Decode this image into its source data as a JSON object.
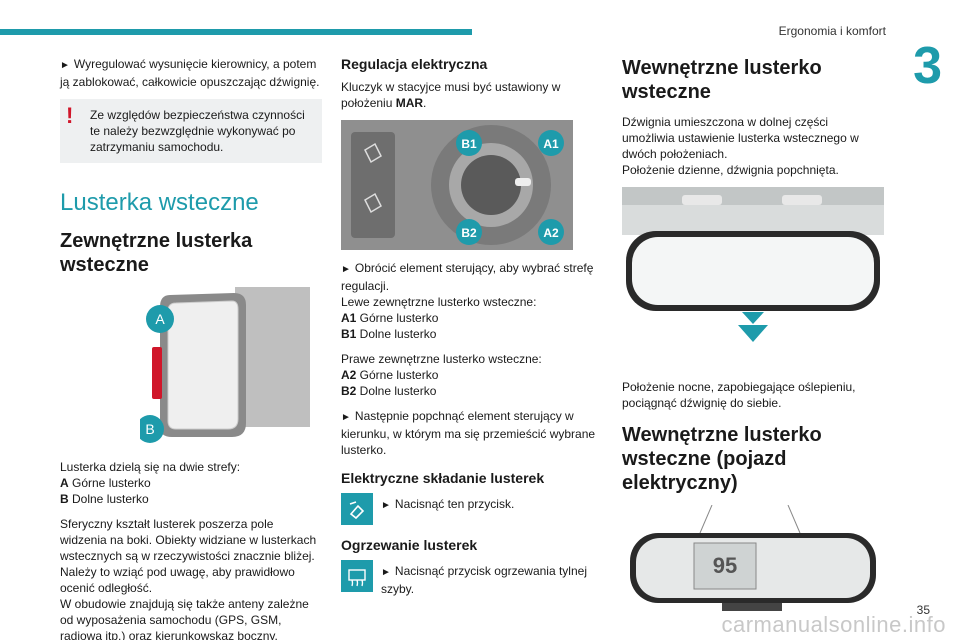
{
  "header": {
    "section_title": "Ergonomia i komfort",
    "chapter": "3",
    "page_number": "35"
  },
  "watermark": "carmanualsonline.info",
  "colors": {
    "accent": "#1e9bab",
    "warning": "#d0162a",
    "note_bg": "#eef0f1"
  },
  "col1": {
    "intro": "Wyregulować wysunięcie kierownicy, a potem ją zablokować, całkowicie opuszczając dźwignię.",
    "warning": "Ze względów bezpieczeństwa czynności te należy bezwzględnie wykonywać po zatrzymaniu samochodu.",
    "section_title": "Lusterka wsteczne",
    "subsection_title": "Zewnętrzne lusterka wsteczne",
    "mirror_labels": {
      "a": "A",
      "b": "B"
    },
    "zones_intro": "Lusterka dzielą się na dwie strefy:",
    "zone_a_key": "A",
    "zone_a_text": " Górne lusterko",
    "zone_b_key": "B",
    "zone_b_text": " Dolne lusterko",
    "para1": "Sferyczny kształt lusterek poszerza pole widzenia na boki. Obiekty widziane w lusterkach wstecznych są w rzeczywistości znacznie bliżej. Należy to wziąć pod uwagę, aby prawidłowo ocenić odległość.",
    "para2": "W obudowie znajdują się także anteny zależne od wyposażenia samochodu (GPS, GSM, radiowa itp.) oraz kierunkowskaz boczny."
  },
  "col2": {
    "heading_electric": "Regulacja elektryczna",
    "key_text_before": "Kluczyk w stacyjce musi być ustawiony w położeniu ",
    "key_text_bold": "MAR",
    "key_text_after": ".",
    "control_labels": {
      "b1": "B1",
      "a1": "A1",
      "b2": "B2",
      "a2": "A2"
    },
    "step1": "Obrócić element sterujący, aby wybrać strefę regulacji.",
    "left_mirror": "Lewe zewnętrzne lusterko wsteczne:",
    "a1_key": "A1",
    "a1_text": " Górne lusterko",
    "b1_key": "B1",
    "b1_text": " Dolne lusterko",
    "right_mirror": "Prawe zewnętrzne lusterko wsteczne:",
    "a2_key": "A2",
    "a2_text": " Górne lusterko",
    "b2_key": "B2",
    "b2_text": " Dolne lusterko",
    "step2": "Następnie popchnąć element sterujący w kierunku, w którym ma się przemieścić wybrane lusterko.",
    "heading_folding": "Elektryczne składanie lusterek",
    "folding_text": "Nacisnąć ten przycisk.",
    "heading_heating": "Ogrzewanie lusterek",
    "heating_text": "Nacisnąć przycisk ogrzewania tylnej szyby."
  },
  "col3": {
    "heading_interior": "Wewnętrzne lusterko wsteczne",
    "interior_text": "Dźwignia umieszczona w dolnej części umożliwia ustawienie lusterka wstecznego w dwóch położeniach.",
    "day_position": "Położenie dzienne, dźwignia popchnięta.",
    "night_position": "Położenie nocne, zapobiegające oślepieniu, pociągnąć dźwignię do siebie.",
    "heading_ev": "Wewnętrzne lusterko wsteczne (pojazd elektryczny)",
    "ev_display": "95"
  },
  "triangle": "►",
  "warning_glyph": "!"
}
